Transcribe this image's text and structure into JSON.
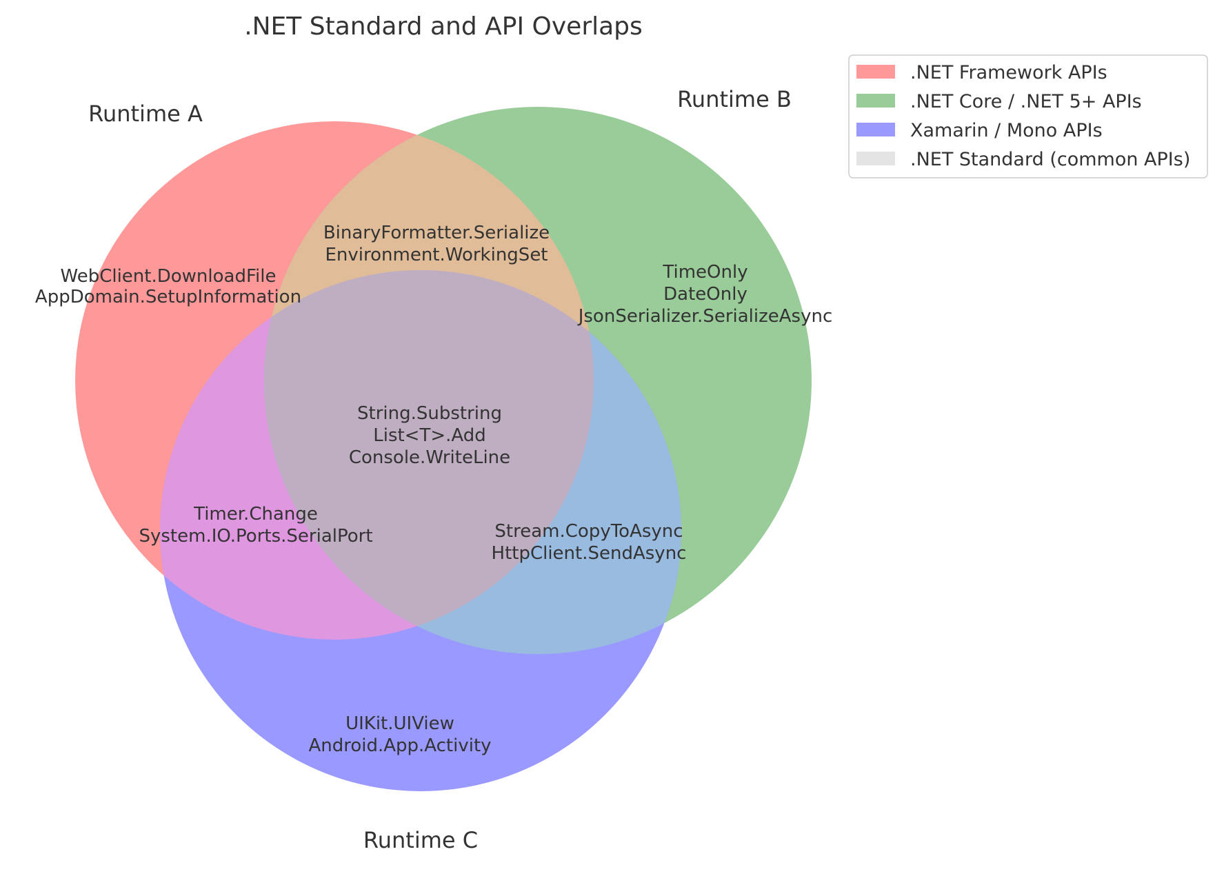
{
  "title": ".NET Standard and API Overlaps",
  "sets": [
    {
      "key": "A",
      "label": "Runtime A",
      "color": "#ff9999"
    },
    {
      "key": "B",
      "label": "Runtime B",
      "color": "#99cc99"
    },
    {
      "key": "C",
      "label": "Runtime C",
      "color": "#9999ff"
    }
  ],
  "regions": {
    "A_only": [
      "WebClient.DownloadFile",
      "AppDomain.SetupInformation"
    ],
    "B_only": [
      "TimeOnly",
      "DateOnly",
      "JsonSerializer.SerializeAsync"
    ],
    "C_only": [
      "UIKit.UIView",
      "Android.App.Activity"
    ],
    "AB": [
      "BinaryFormatter.Serialize",
      "Environment.WorkingSet"
    ],
    "AC": [
      "Timer.Change",
      "System.IO.Ports.SerialPort"
    ],
    "BC": [
      "Stream.CopyToAsync",
      "HttpClient.SendAsync"
    ],
    "ABC": [
      "String.Substring",
      "List<T>.Add",
      "Console.WriteLine"
    ]
  },
  "region_colors": {
    "AB": "#e0bd98",
    "AC": "#df97e0",
    "BC": "#99bbe0",
    "ABC": "#bfadc2"
  },
  "legend": [
    {
      "label": ".NET Framework APIs",
      "color": "#ff9999"
    },
    {
      "label": ".NET Core / .NET 5+ APIs",
      "color": "#99cc99"
    },
    {
      "label": "Xamarin / Mono APIs",
      "color": "#9999ff"
    },
    {
      "label": ".NET Standard (common APIs)",
      "color": "#e4e4e4"
    }
  ]
}
